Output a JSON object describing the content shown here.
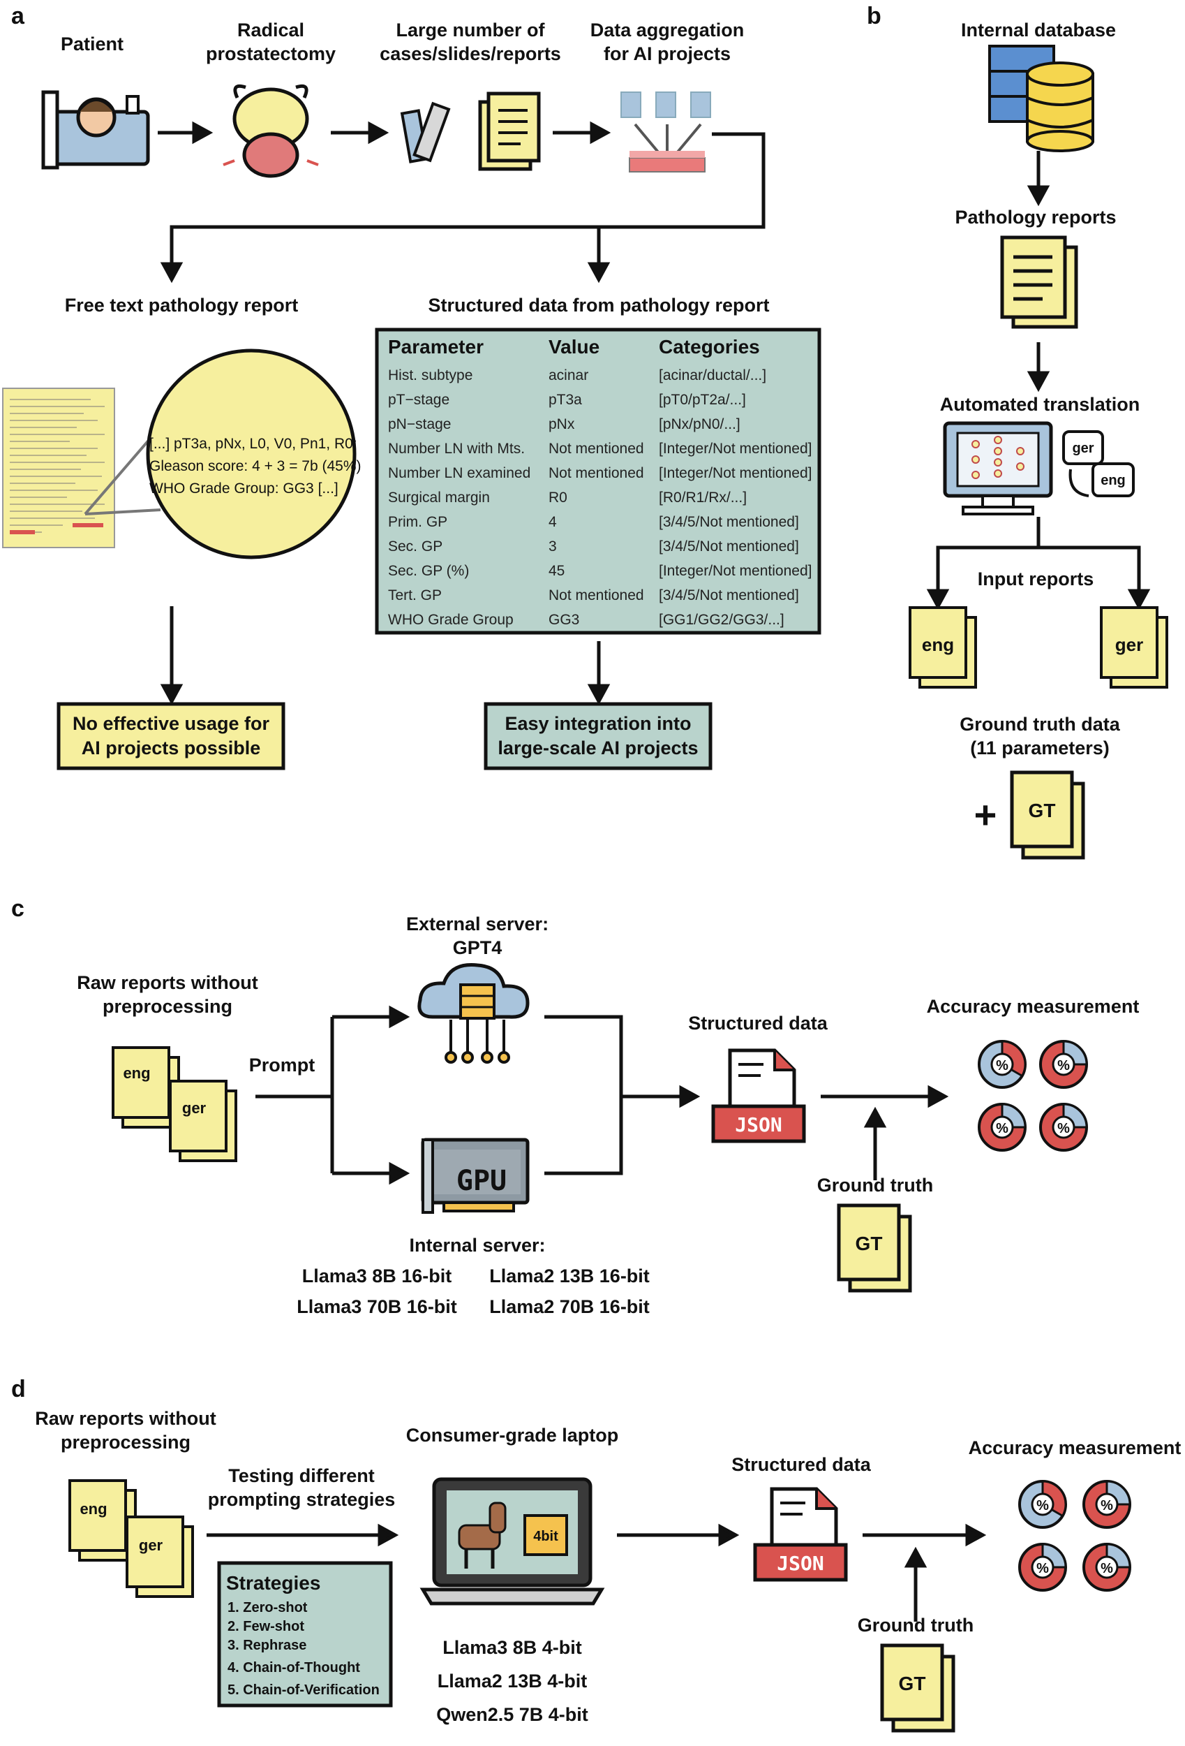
{
  "panels": {
    "a": "a",
    "b": "b",
    "c": "c",
    "d": "d"
  },
  "colors": {
    "yellow": "#f6ef9e",
    "teal": "#b9d3cc",
    "red": "#d9534f",
    "blue": "#a9c4dc",
    "border": "#111111"
  },
  "panel_a": {
    "steps": [
      "Patient",
      "Radical\nprostatectomy",
      "Large number of\ncases/slides/reports",
      "Data aggregation\nfor AI projects"
    ],
    "free_text_title": "Free text pathology report",
    "structured_title": "Structured data from pathology report",
    "zoom_lines": [
      "[...] pT3a, pNx, L0, V0, Pn1, R0;",
      "Gleason score: 4 + 3 = 7b (45%)",
      "WHO Grade Group: GG3 [...]"
    ],
    "table": {
      "headers": [
        "Parameter",
        "Value",
        "Categories"
      ],
      "rows": [
        [
          "Hist. subtype",
          "acinar",
          "[acinar/ductal/...]"
        ],
        [
          "pT−stage",
          "pT3a",
          "[pT0/pT2a/...]"
        ],
        [
          "pN−stage",
          "pNx",
          "[pNx/pN0/...]"
        ],
        [
          "Number LN with Mts.",
          "Not mentioned",
          "[Integer/Not mentioned]"
        ],
        [
          "Number LN examined",
          "Not mentioned",
          "[Integer/Not mentioned]"
        ],
        [
          "Surgical margin",
          "R0",
          "[R0/R1/Rx/...]"
        ],
        [
          "Prim. GP",
          "4",
          "[3/4/5/Not mentioned]"
        ],
        [
          "Sec. GP",
          "3",
          "[3/4/5/Not mentioned]"
        ],
        [
          "Sec. GP (%)",
          "45",
          "[Integer/Not mentioned]"
        ],
        [
          "Tert. GP",
          "Not mentioned",
          "[3/4/5/Not mentioned]"
        ],
        [
          "WHO Grade Group",
          "GG3",
          "[GG1/GG2/GG3/...]"
        ]
      ]
    },
    "no_usage": [
      "No effective usage for",
      "AI projects possible"
    ],
    "easy_integration": [
      "Easy integration into",
      "large-scale AI projects"
    ]
  },
  "panel_b": {
    "internal_db": "Internal database",
    "pathology_reports": "Pathology reports",
    "translation": "Automated translation",
    "ger": "ger",
    "eng": "eng",
    "input_reports": "Input reports",
    "ground_truth": [
      "Ground truth data",
      "(11 parameters)"
    ],
    "plus": "+",
    "gt": "GT"
  },
  "panel_c": {
    "raw_reports": [
      "Raw reports without",
      "preprocessing"
    ],
    "eng": "eng",
    "ger": "ger",
    "prompt": "Prompt",
    "external": [
      "External server:",
      "GPT4"
    ],
    "gpu": "GPU",
    "internal": "Internal server:",
    "models": [
      "Llama3 8B 16-bit",
      "Llama2 13B 16-bit",
      "Llama3 70B 16-bit",
      "Llama2 70B 16-bit"
    ],
    "structured": "Structured data",
    "json": "JSON",
    "accuracy": "Accuracy measurement",
    "pct": "%",
    "ground_truth": "Ground truth",
    "gt": "GT"
  },
  "panel_d": {
    "raw_reports": [
      "Raw reports without",
      "preprocessing"
    ],
    "eng": "eng",
    "ger": "ger",
    "testing": [
      "Testing different",
      "prompting strategies"
    ],
    "strategies_title": "Strategies",
    "strategies": [
      "1. Zero-shot",
      "2. Few-shot",
      "3. Rephrase",
      "4. Chain-of-Thought",
      "5. Chain-of-Verification"
    ],
    "laptop": "Consumer-grade laptop",
    "chip": "4bit",
    "models": [
      "Llama3 8B 4-bit",
      "Llama2 13B 4-bit",
      "Qwen2.5 7B 4-bit"
    ],
    "structured": "Structured data",
    "json": "JSON",
    "accuracy": "Accuracy measurement",
    "pct": "%",
    "ground_truth": "Ground truth",
    "gt": "GT"
  }
}
